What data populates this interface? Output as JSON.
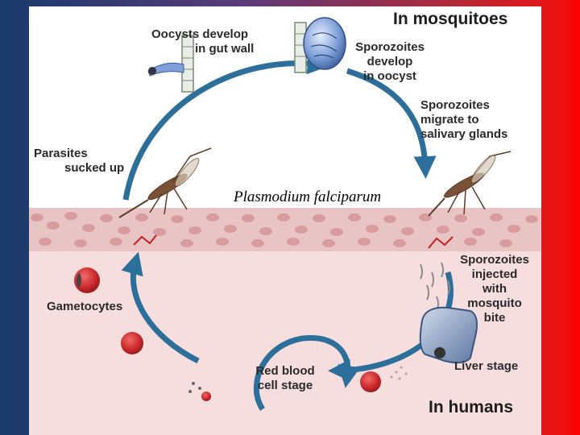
{
  "colors": {
    "frame_left": "#1c3a6b",
    "frame_right": "#ff0000",
    "arrow": "#2b6f9a",
    "blood_layer": "#e9c4c4",
    "human_tissue": "#f7dede",
    "rbc": "#d6363a"
  },
  "section_labels": {
    "top": "In mosquitoes",
    "bottom": "In humans"
  },
  "species": "Plasmodium falciparum",
  "stages": {
    "oocysts": [
      "Oocysts develop",
      "in gut wall"
    ],
    "sporozoites_develop": [
      "Sporozoites",
      "develop",
      "in oocyst"
    ],
    "sporozoites_migrate": [
      "Sporozoites",
      "migrate to",
      "salivary glands"
    ],
    "parasites_sucked": [
      "Parasites",
      "sucked up"
    ],
    "sporozoites_injected": [
      "Sporozoites",
      "injected",
      "with",
      "mosquito",
      "bite"
    ],
    "gametocytes": "Gametocytes",
    "liver_stage": "Liver stage",
    "red_blood": [
      "Red blood",
      "cell stage"
    ]
  },
  "icons": [
    "mosquito-icon",
    "oocyst-icon",
    "gametocyte-icon",
    "red-blood-cell-icon",
    "liver-cell-icon",
    "cycle-arrow-icon"
  ]
}
